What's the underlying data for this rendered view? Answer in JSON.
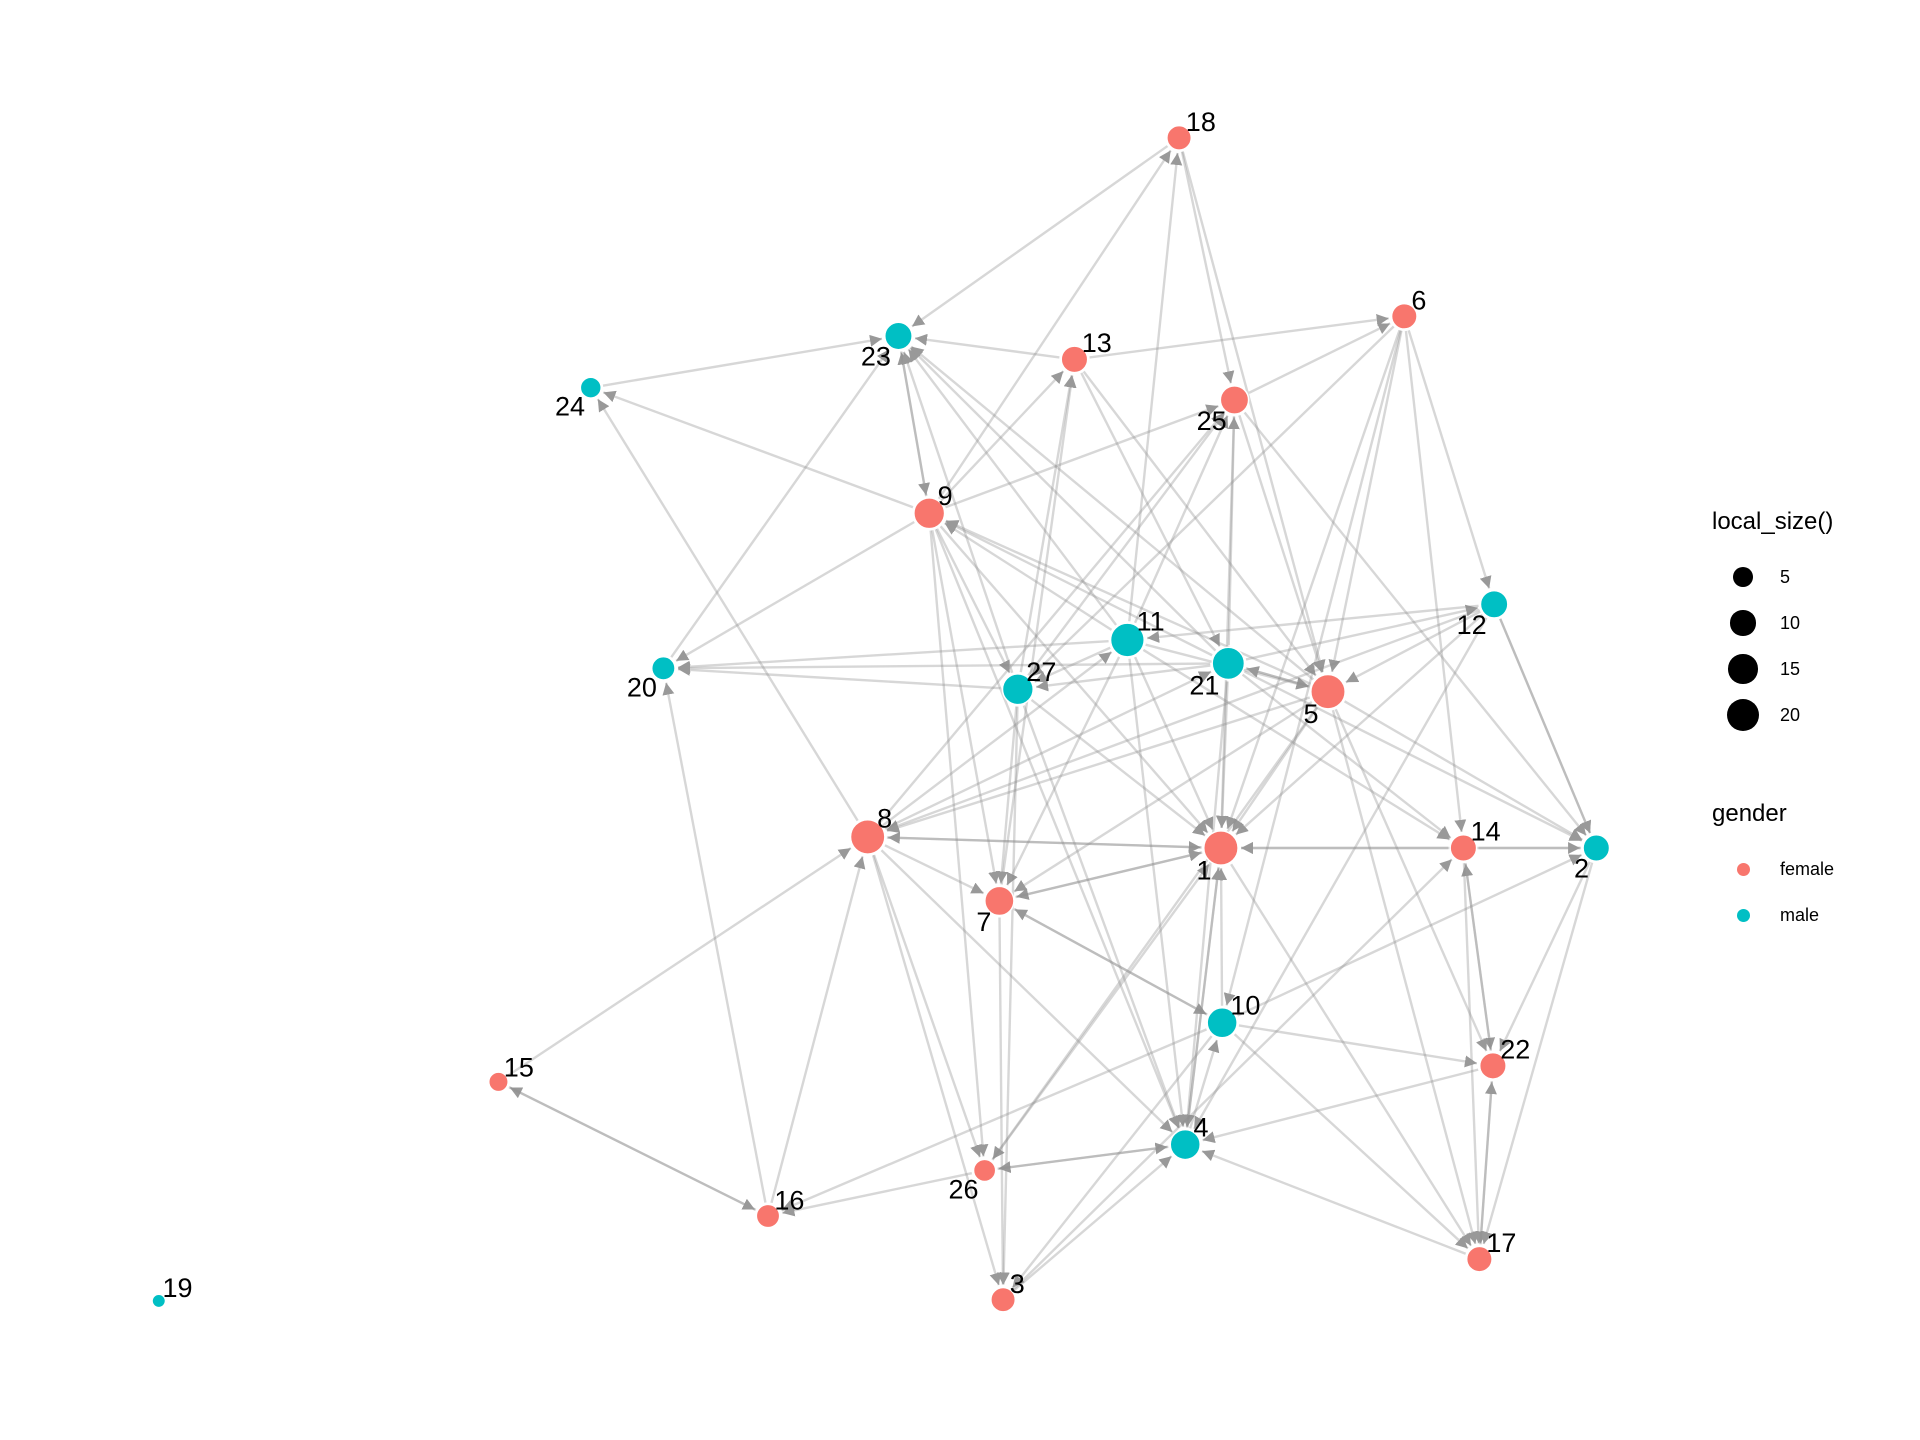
{
  "chart_data": {
    "type": "network",
    "directed": true,
    "legend": {
      "size_title": "local_size()",
      "size_entries": [
        5,
        10,
        15,
        20
      ],
      "color_title": "gender",
      "color_entries": [
        {
          "label": "female",
          "color": "#F8766D"
        },
        {
          "label": "male",
          "color": "#00BFC4"
        }
      ]
    },
    "nodes": [
      {
        "id": "1",
        "gender": "female",
        "size": 20
      },
      {
        "id": "2",
        "gender": "male",
        "size": 10
      },
      {
        "id": "3",
        "gender": "female",
        "size": 8
      },
      {
        "id": "4",
        "gender": "male",
        "size": 14
      },
      {
        "id": "5",
        "gender": "female",
        "size": 20
      },
      {
        "id": "6",
        "gender": "female",
        "size": 9
      },
      {
        "id": "7",
        "gender": "female",
        "size": 13
      },
      {
        "id": "8",
        "gender": "female",
        "size": 20
      },
      {
        "id": "9",
        "gender": "female",
        "size": 15
      },
      {
        "id": "10",
        "gender": "male",
        "size": 14
      },
      {
        "id": "11",
        "gender": "male",
        "size": 19
      },
      {
        "id": "12",
        "gender": "male",
        "size": 11
      },
      {
        "id": "13",
        "gender": "female",
        "size": 10
      },
      {
        "id": "14",
        "gender": "female",
        "size": 10
      },
      {
        "id": "15",
        "gender": "female",
        "size": 4
      },
      {
        "id": "16",
        "gender": "female",
        "size": 7
      },
      {
        "id": "17",
        "gender": "female",
        "size": 9
      },
      {
        "id": "18",
        "gender": "female",
        "size": 8
      },
      {
        "id": "19",
        "gender": "male",
        "size": 1
      },
      {
        "id": "20",
        "gender": "male",
        "size": 7
      },
      {
        "id": "21",
        "gender": "male",
        "size": 17
      },
      {
        "id": "22",
        "gender": "female",
        "size": 10
      },
      {
        "id": "23",
        "gender": "male",
        "size": 11
      },
      {
        "id": "24",
        "gender": "male",
        "size": 5
      },
      {
        "id": "25",
        "gender": "female",
        "size": 12
      },
      {
        "id": "26",
        "gender": "female",
        "size": 6
      },
      {
        "id": "27",
        "gender": "male",
        "size": 15
      }
    ],
    "edges": [
      [
        "18",
        "23"
      ],
      [
        "9",
        "18"
      ],
      [
        "18",
        "25"
      ],
      [
        "18",
        "5"
      ],
      [
        "11",
        "18"
      ],
      [
        "13",
        "23"
      ],
      [
        "9",
        "23"
      ],
      [
        "23",
        "9"
      ],
      [
        "11",
        "23"
      ],
      [
        "21",
        "23"
      ],
      [
        "5",
        "23"
      ],
      [
        "20",
        "23"
      ],
      [
        "24",
        "23"
      ],
      [
        "27",
        "23"
      ],
      [
        "8",
        "24"
      ],
      [
        "9",
        "24"
      ],
      [
        "13",
        "6"
      ],
      [
        "25",
        "6"
      ],
      [
        "6",
        "27"
      ],
      [
        "6",
        "1"
      ],
      [
        "6",
        "5"
      ],
      [
        "6",
        "12"
      ],
      [
        "6",
        "10"
      ],
      [
        "6",
        "14"
      ],
      [
        "9",
        "13"
      ],
      [
        "27",
        "13"
      ],
      [
        "7",
        "13"
      ],
      [
        "13",
        "5"
      ],
      [
        "13",
        "21"
      ],
      [
        "9",
        "25"
      ],
      [
        "27",
        "25"
      ],
      [
        "25",
        "1"
      ],
      [
        "25",
        "5"
      ],
      [
        "25",
        "2"
      ],
      [
        "8",
        "25"
      ],
      [
        "11",
        "25"
      ],
      [
        "21",
        "25"
      ],
      [
        "9",
        "27"
      ],
      [
        "9",
        "7"
      ],
      [
        "9",
        "26"
      ],
      [
        "9",
        "1"
      ],
      [
        "9",
        "4"
      ],
      [
        "11",
        "9"
      ],
      [
        "21",
        "9"
      ],
      [
        "5",
        "9"
      ],
      [
        "9",
        "20"
      ],
      [
        "11",
        "20"
      ],
      [
        "21",
        "20"
      ],
      [
        "27",
        "20"
      ],
      [
        "11",
        "1"
      ],
      [
        "11",
        "5"
      ],
      [
        "11",
        "14"
      ],
      [
        "11",
        "27"
      ],
      [
        "11",
        "7"
      ],
      [
        "11",
        "4"
      ],
      [
        "21",
        "1"
      ],
      [
        "21",
        "5"
      ],
      [
        "21",
        "27"
      ],
      [
        "21",
        "4"
      ],
      [
        "21",
        "14"
      ],
      [
        "21",
        "2"
      ],
      [
        "21",
        "12"
      ],
      [
        "12",
        "5"
      ],
      [
        "12",
        "11"
      ],
      [
        "12",
        "1"
      ],
      [
        "12",
        "4"
      ],
      [
        "12",
        "2"
      ],
      [
        "12",
        "8"
      ],
      [
        "5",
        "2"
      ],
      [
        "5",
        "1"
      ],
      [
        "5",
        "7"
      ],
      [
        "5",
        "22"
      ],
      [
        "5",
        "17"
      ],
      [
        "5",
        "26"
      ],
      [
        "5",
        "21"
      ],
      [
        "5",
        "8"
      ],
      [
        "8",
        "1"
      ],
      [
        "8",
        "7"
      ],
      [
        "8",
        "26"
      ],
      [
        "8",
        "3"
      ],
      [
        "8",
        "4"
      ],
      [
        "8",
        "21"
      ],
      [
        "8",
        "11"
      ],
      [
        "1",
        "8"
      ],
      [
        "1",
        "7"
      ],
      [
        "1",
        "4"
      ],
      [
        "1",
        "17"
      ],
      [
        "14",
        "1"
      ],
      [
        "2",
        "1"
      ],
      [
        "10",
        "1"
      ],
      [
        "14",
        "22"
      ],
      [
        "22",
        "14"
      ],
      [
        "14",
        "17"
      ],
      [
        "14",
        "2"
      ],
      [
        "2",
        "22"
      ],
      [
        "2",
        "17"
      ],
      [
        "12",
        "2"
      ],
      [
        "7",
        "1"
      ],
      [
        "7",
        "10"
      ],
      [
        "10",
        "7"
      ],
      [
        "7",
        "3"
      ],
      [
        "27",
        "7"
      ],
      [
        "27",
        "4"
      ],
      [
        "27",
        "3"
      ],
      [
        "27",
        "1"
      ],
      [
        "10",
        "2"
      ],
      [
        "10",
        "16"
      ],
      [
        "10",
        "22"
      ],
      [
        "10",
        "17"
      ],
      [
        "10",
        "3"
      ],
      [
        "4",
        "26"
      ],
      [
        "26",
        "4"
      ],
      [
        "22",
        "4"
      ],
      [
        "17",
        "4"
      ],
      [
        "3",
        "4"
      ],
      [
        "4",
        "10"
      ],
      [
        "4",
        "1"
      ],
      [
        "16",
        "15"
      ],
      [
        "15",
        "16"
      ],
      [
        "15",
        "8"
      ],
      [
        "16",
        "8"
      ],
      [
        "16",
        "20"
      ],
      [
        "26",
        "16"
      ],
      [
        "22",
        "17"
      ],
      [
        "17",
        "22"
      ],
      [
        "3",
        "14"
      ],
      [
        "26",
        "1"
      ]
    ]
  }
}
